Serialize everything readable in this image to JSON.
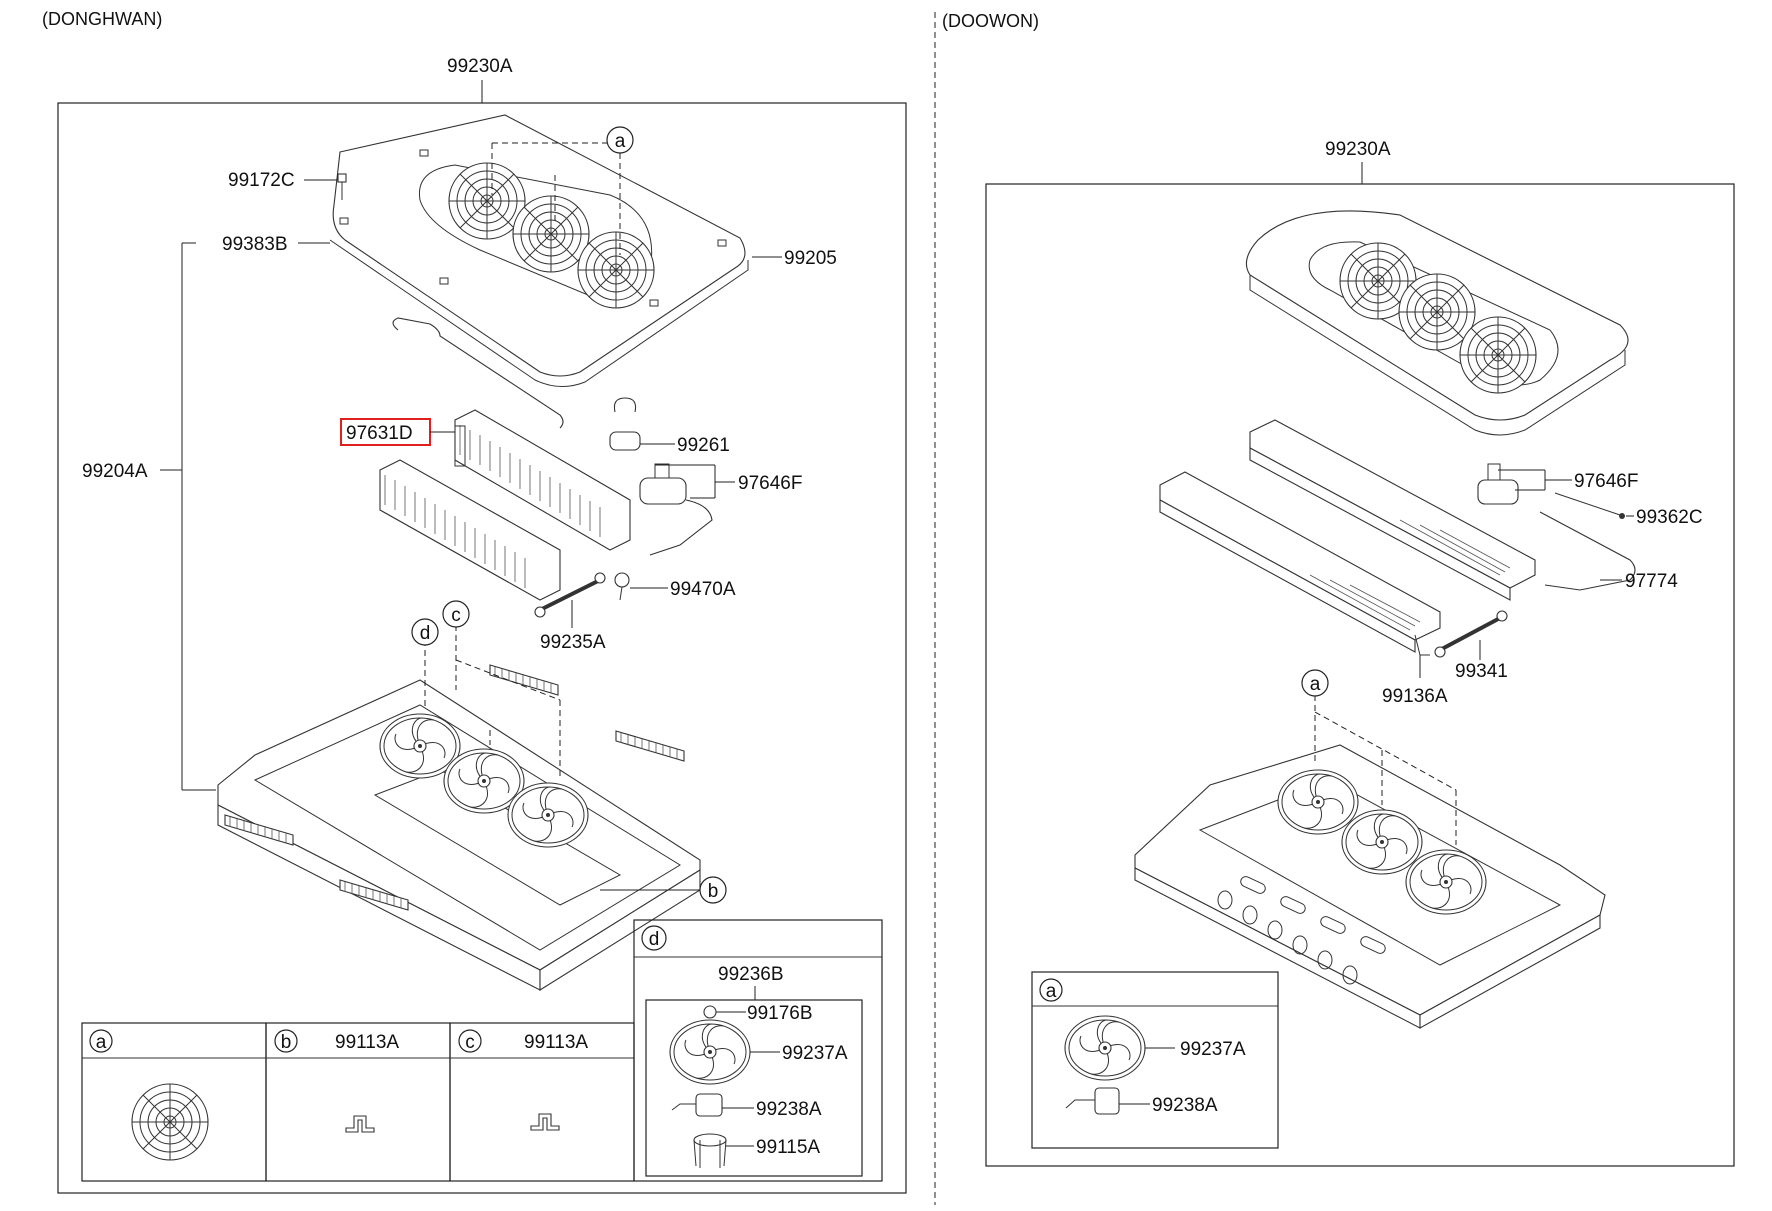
{
  "sections": {
    "left_title": "(DONGHWAN)",
    "right_title": "(DOOWON)"
  },
  "left": {
    "assembly": "99230A",
    "callout_a": "a",
    "callout_b": "b",
    "callout_c": "c",
    "callout_d": "d",
    "parts": {
      "p99172C": "99172C",
      "p99383B": "99383B",
      "p99205": "99205",
      "p97631D": "97631D",
      "p99261": "99261",
      "p99204A": "99204A",
      "p97646F": "97646F",
      "p99470A": "99470A",
      "p99235A": "99235A"
    },
    "detail_a": {
      "tag": "a"
    },
    "detail_b": {
      "tag": "b",
      "part": "99113A"
    },
    "detail_c": {
      "tag": "c",
      "part": "99113A"
    },
    "detail_d": {
      "tag": "d",
      "assembly": "99236B",
      "parts": [
        "99176B",
        "99237A",
        "99238A",
        "99115A"
      ]
    }
  },
  "right": {
    "assembly": "99230A",
    "callout_a": "a",
    "parts": {
      "p97646F": "97646F",
      "p99362C": "99362C",
      "p97774": "97774",
      "p99341": "99341",
      "p99136A": "99136A"
    },
    "detail_a": {
      "tag": "a",
      "parts": [
        "99237A",
        "99238A"
      ]
    }
  },
  "highlight": "97631D"
}
